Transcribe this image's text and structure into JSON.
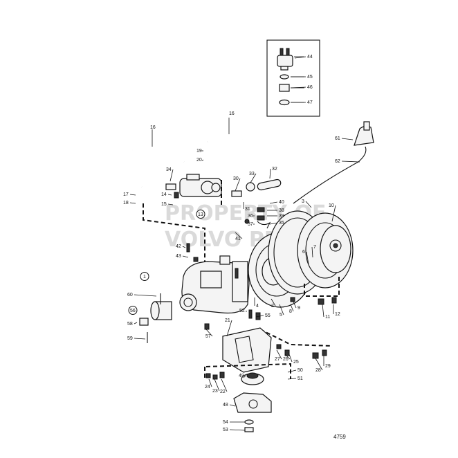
{
  "watermark": {
    "line1": "PROPERTY OF",
    "line2": "VOLVO PENTA"
  },
  "figure_number": "4759",
  "callouts": [
    {
      "id": "44"
    },
    {
      "id": "45"
    },
    {
      "id": "46"
    },
    {
      "id": "47"
    },
    {
      "id": "16a",
      "label": "16"
    },
    {
      "id": "16b",
      "label": "16"
    },
    {
      "id": "19"
    },
    {
      "id": "20"
    },
    {
      "id": "34"
    },
    {
      "id": "30"
    },
    {
      "id": "33"
    },
    {
      "id": "32"
    },
    {
      "id": "17"
    },
    {
      "id": "18"
    },
    {
      "id": "14"
    },
    {
      "id": "15"
    },
    {
      "id": "13",
      "circled": true
    },
    {
      "id": "31"
    },
    {
      "id": "40"
    },
    {
      "id": "38"
    },
    {
      "id": "39"
    },
    {
      "id": "36"
    },
    {
      "id": "37"
    },
    {
      "id": "35"
    },
    {
      "id": "41"
    },
    {
      "id": "42"
    },
    {
      "id": "43"
    },
    {
      "id": "1",
      "circled": true
    },
    {
      "id": "61"
    },
    {
      "id": "62"
    },
    {
      "id": "3"
    },
    {
      "id": "10"
    },
    {
      "id": "6"
    },
    {
      "id": "7"
    },
    {
      "id": "2"
    },
    {
      "id": "4"
    },
    {
      "id": "5"
    },
    {
      "id": "8"
    },
    {
      "id": "9"
    },
    {
      "id": "11"
    },
    {
      "id": "12"
    },
    {
      "id": "60"
    },
    {
      "id": "56",
      "circled": true
    },
    {
      "id": "58"
    },
    {
      "id": "59"
    },
    {
      "id": "57"
    },
    {
      "id": "52"
    },
    {
      "id": "55"
    },
    {
      "id": "21"
    },
    {
      "id": "27"
    },
    {
      "id": "26"
    },
    {
      "id": "25"
    },
    {
      "id": "28"
    },
    {
      "id": "29"
    },
    {
      "id": "49"
    },
    {
      "id": "50"
    },
    {
      "id": "51"
    },
    {
      "id": "24"
    },
    {
      "id": "23"
    },
    {
      "id": "22"
    },
    {
      "id": "48"
    },
    {
      "id": "54"
    },
    {
      "id": "53"
    }
  ]
}
